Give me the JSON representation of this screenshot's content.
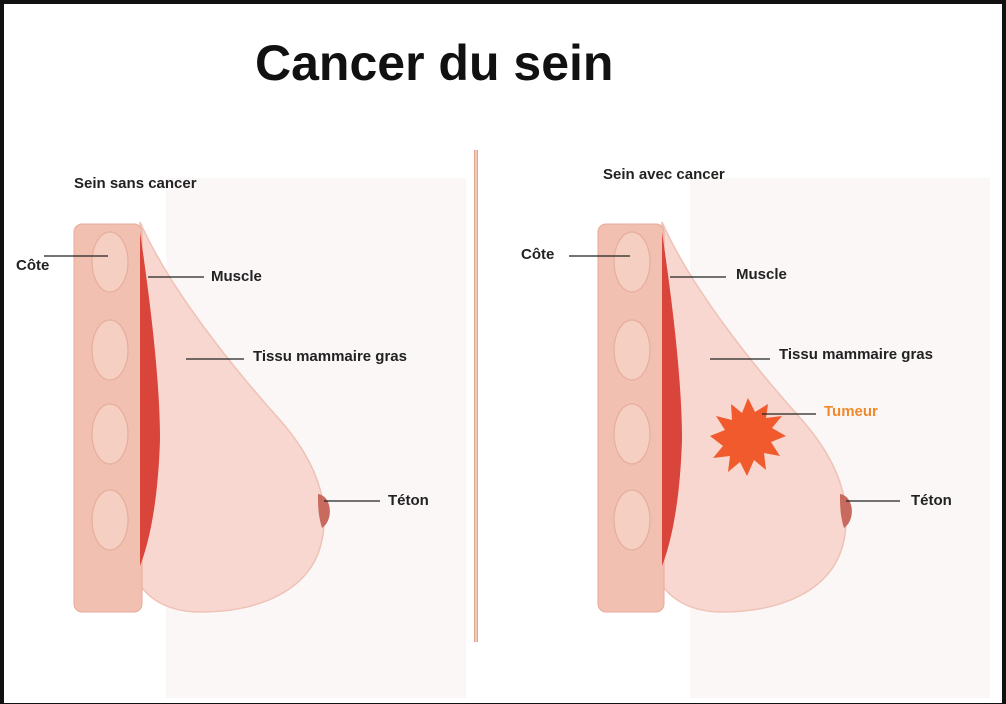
{
  "title": "Cancer du sein",
  "colors": {
    "skin": "#f7d7cf",
    "rib_column": "#f1c0b1",
    "muscle": "#d9443b",
    "tumor": "#f05a2c",
    "tumor_label": "#ef8a2c",
    "divider": "#e4a48a"
  },
  "panels": {
    "left": {
      "title": "Sein sans cancer",
      "labels": {
        "rib": "Côte",
        "muscle": "Muscle",
        "tissue": "Tissu mammaire gras",
        "nipple": "Téton"
      }
    },
    "right": {
      "title": "Sein avec cancer",
      "labels": {
        "rib": "Côte",
        "muscle": "Muscle",
        "tissue": "Tissu mammaire gras",
        "tumor": "Tumeur",
        "nipple": "Téton"
      }
    }
  }
}
